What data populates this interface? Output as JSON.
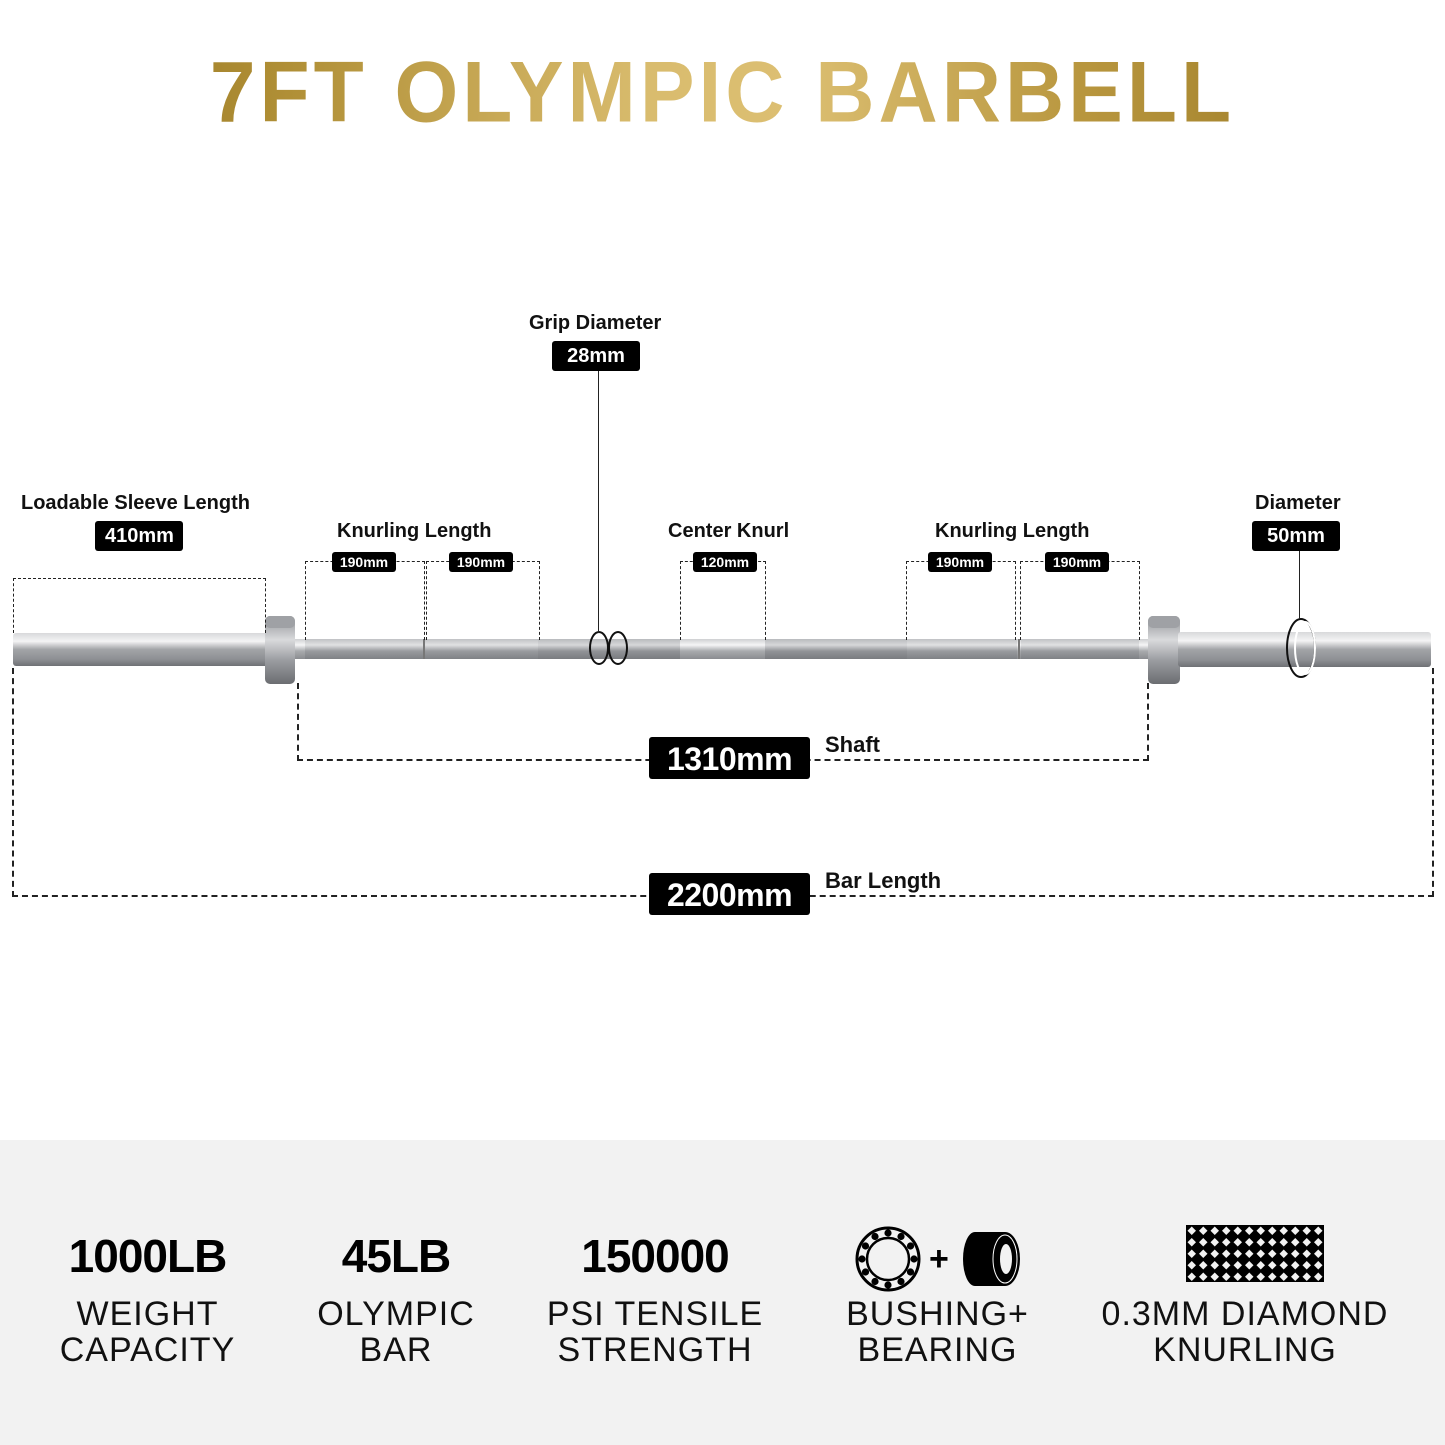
{
  "title": "7FT OLYMPIC BARBELL",
  "colors": {
    "title_gold_dark": "#93731f",
    "title_gold_light": "#dcbf72",
    "tag_background": "#000000",
    "tag_text": "#ffffff",
    "feature_band_background": "#f2f2f2",
    "bar_steel": "#a9abae"
  },
  "dimensions": {
    "grip_diameter": {
      "label": "Grip Diameter",
      "value": "28mm"
    },
    "loadable_sleeve_length": {
      "label": "Loadable Sleeve Length",
      "value": "410mm"
    },
    "knurling_left": {
      "label": "Knurling Length",
      "values": [
        "190mm",
        "190mm"
      ]
    },
    "center_knurl": {
      "label": "Center Knurl",
      "value": "120mm"
    },
    "knurling_right": {
      "label": "Knurling Length",
      "values": [
        "190mm",
        "190mm"
      ]
    },
    "sleeve_diameter": {
      "label": "Diameter",
      "value": "50mm"
    },
    "shaft": {
      "label": "Shaft",
      "value": "1310mm"
    },
    "bar_length": {
      "label": "Bar Length",
      "value": "2200mm"
    }
  },
  "features": [
    {
      "headline": "1000LB",
      "caption_line1": "WEIGHT",
      "caption_line2": "CAPACITY",
      "icon": ""
    },
    {
      "headline": "45LB",
      "caption_line1": "OLYMPIC",
      "caption_line2": "BAR",
      "icon": ""
    },
    {
      "headline": "150000",
      "caption_line1": "PSI TENSILE",
      "caption_line2": "STRENGTH",
      "icon": ""
    },
    {
      "headline": "",
      "caption_line1": "BUSHING+",
      "caption_line2": "BEARING",
      "icon": "bearing-plus-bushing-icon",
      "icon_plus": "+"
    },
    {
      "headline": "",
      "caption_line1": "0.3MM DIAMOND",
      "caption_line2": "KNURLING",
      "icon": "diamond-knurl-pattern-icon"
    }
  ]
}
